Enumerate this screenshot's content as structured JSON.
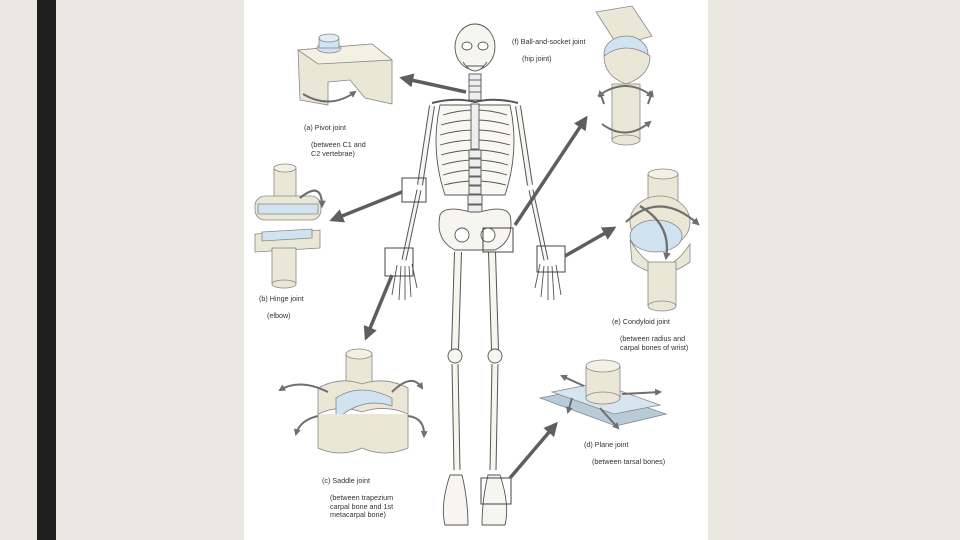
{
  "slide": {
    "colors": {
      "background": "#ebe8e1",
      "accent_bar": "#1e1e1e",
      "panel": "#ffffff",
      "bone": "#ebe7d6",
      "cartilage": "#cfe3f0",
      "arrow": "#5e5e5e"
    }
  },
  "labels": {
    "pivot": {
      "title": "(a) Pivot joint",
      "detail": "(between C1 and\nC2 vertebrae)"
    },
    "hinge": {
      "title": "(b) Hinge joint",
      "detail": "(elbow)"
    },
    "saddle": {
      "title": "(c) Saddle joint",
      "detail": "(between trapezium\ncarpal bone and 1st\nmetacarpal bone)"
    },
    "plane": {
      "title": "(d) Plane joint",
      "detail": "(between tarsal bones)"
    },
    "condyloid": {
      "title": "(e) Condyloid joint",
      "detail": "(between radius and\ncarpal bones of wrist)"
    },
    "ball": {
      "title": "(f) Ball-and-socket joint",
      "detail": "(hip joint)"
    }
  },
  "icons": [
    "pivot-joint-illustration",
    "hinge-joint-illustration",
    "saddle-joint-illustration",
    "plane-joint-illustration",
    "condyloid-joint-illustration",
    "ball-socket-joint-illustration",
    "skeleton-figure"
  ]
}
